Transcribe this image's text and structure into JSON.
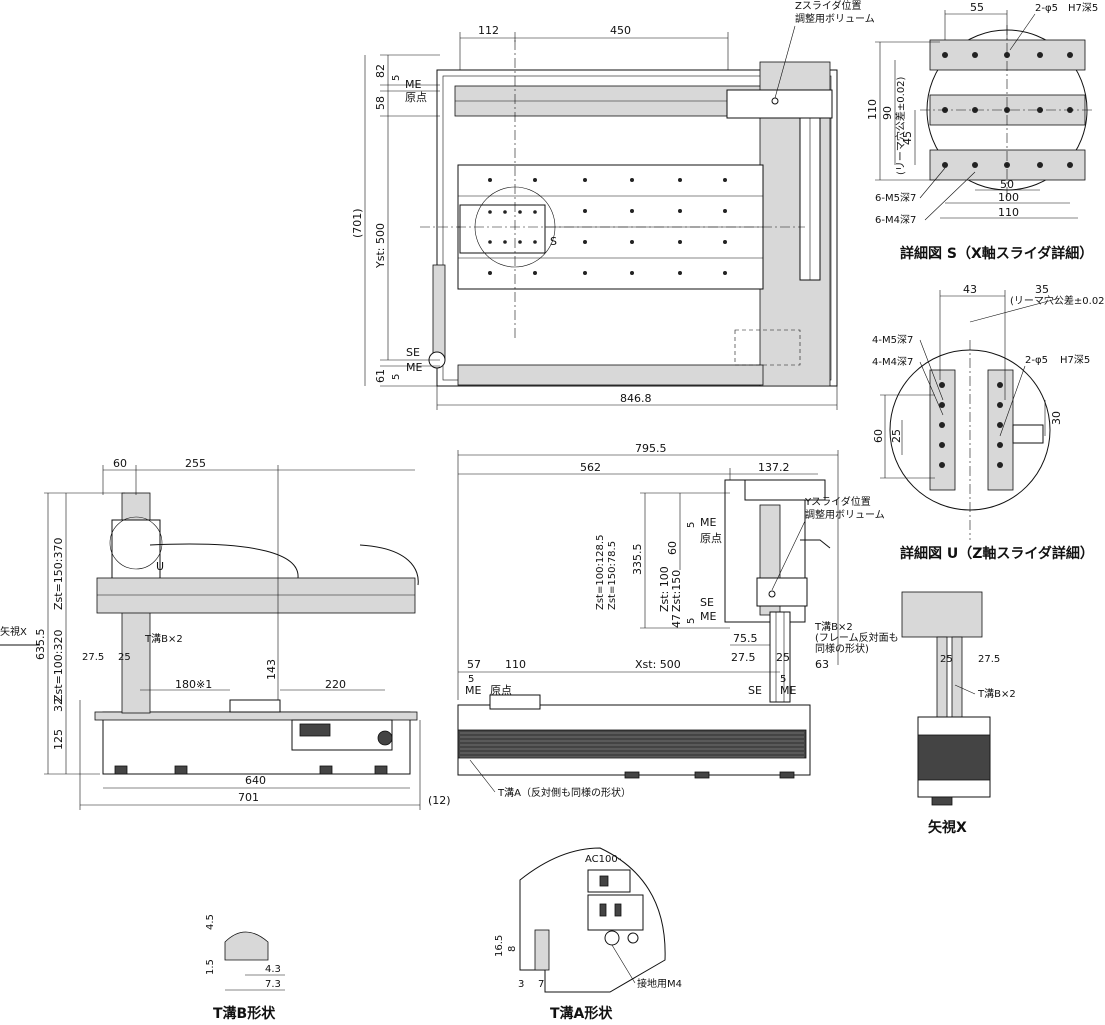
{
  "captions": {
    "detail_s": "詳細図 S（X軸スライダ詳細）",
    "detail_u": "詳細図 U（Z軸スライダ詳細）",
    "view_x": "矢視X",
    "t_groove_b": "T溝B形状",
    "t_groove_a": "T溝A形状"
  },
  "top_view": {
    "d112": "112",
    "d450": "450",
    "d82": "82",
    "d5a": "5",
    "d58": "58",
    "me1": "ME",
    "origin1": "原点",
    "d701": "(701)",
    "yst": "Yst: 500",
    "se": "SE",
    "me2": "ME",
    "d61": "61",
    "d5b": "5",
    "d846": "846.8",
    "z_slider1": "Zスライダ位置",
    "z_slider2": "調整用ボリューム",
    "s_mark": "S"
  },
  "detail_s": {
    "d55": "55",
    "hole": "2-φ5",
    "h7": "H7深5",
    "d110v": "110",
    "d90": "90",
    "reamer": "(リーマ穴公差±0.02)",
    "d45": "45",
    "m5": "6-M5深7",
    "m4": "6-M4深7",
    "d50": "50",
    "d100": "100",
    "d110h": "110"
  },
  "detail_u": {
    "d43": "43",
    "d35": "35",
    "reamer": "(リーマ穴公差±0.02)",
    "m5": "4-M5深7",
    "m4": "4-M4深7",
    "hole": "2-φ5",
    "h7": "H7深5",
    "d60": "60",
    "d25": "25",
    "d30": "30"
  },
  "front_view": {
    "d60": "60",
    "d255": "255",
    "d635": "635.5",
    "zst150": "Zst=150:370",
    "zst100": "Zst=100:320",
    "arrow_x": "矢視X",
    "u": "U",
    "tb2": "T溝B×2",
    "d27": "27.5",
    "d25": "25",
    "d143": "143",
    "d180": "180※1",
    "d220": "220",
    "d32": "32",
    "d125": "125",
    "d640": "640",
    "d701": "701",
    "d12": "(12)"
  },
  "side_view": {
    "d795": "795.5",
    "d562": "562",
    "d137": "137.2",
    "zst_a": "Zst=100:128.5",
    "zst_b": "Zst=150:78.5",
    "d335": "335.5",
    "d60": "60",
    "d5a": "5",
    "me1": "ME",
    "origin1": "原点",
    "zst100": "Zst: 100",
    "zst150": "Zst:150",
    "d47": "47",
    "d5b": "5",
    "se1": "SE",
    "me2": "ME",
    "y_slider1": "Yスライダ位置",
    "y_slider2": "調整用ボリューム",
    "tb2": "T溝B×2",
    "frame1": "(フレーム反対面も",
    "frame2": "同様の形状)",
    "d75": "75.5",
    "d27": "27.5",
    "d25": "25",
    "d63": "63",
    "d57": "57",
    "d110": "110",
    "xst": "Xst: 500",
    "d5c": "5",
    "me3": "ME",
    "origin2": "原点",
    "se2": "SE",
    "me4": "ME",
    "d5d": "5",
    "ta": "T溝A（反対側も同様の形状）"
  },
  "view_x": {
    "d25": "25",
    "d27": "27.5",
    "tb2": "T溝B×2"
  },
  "groove_b": {
    "d45": "4.5",
    "d15": "1.5",
    "d43": "4.3",
    "d73": "7.3"
  },
  "groove_a": {
    "ac": "AC100-",
    "d165": "16.5",
    "d8": "8",
    "d3": "3",
    "d7": "7",
    "ground": "接地用M4"
  }
}
